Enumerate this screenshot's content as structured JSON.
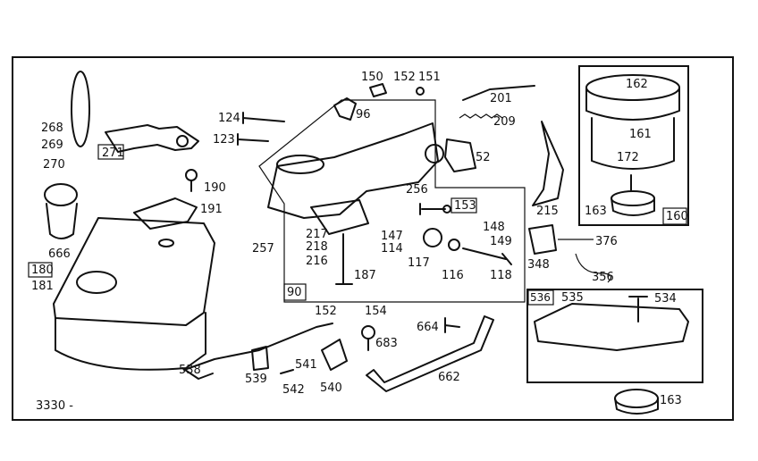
{
  "callouts": {
    "c150": "150",
    "c152a": "152",
    "c151": "151",
    "c96": "96",
    "c201": "201",
    "c209": "209",
    "c52": "52",
    "c124": "124",
    "c123": "123",
    "c268": "268",
    "c269": "269",
    "c270": "270",
    "c271": "271",
    "c190": "190",
    "c191": "191",
    "c666": "666",
    "c180": "180",
    "c181": "181",
    "c217": "217",
    "c218": "218",
    "c216": "216",
    "c257": "257",
    "c256": "256",
    "c153": "153",
    "c147": "147",
    "c114": "114",
    "c148": "148",
    "c149": "149",
    "c117": "117",
    "c116": "116",
    "c118": "118",
    "c187": "187",
    "c90": "90",
    "c215": "215",
    "c348": "348",
    "c376": "376",
    "c356": "356",
    "c162": "162",
    "c161": "161",
    "c172": "172",
    "c163a": "163",
    "c160": "160",
    "c536": "536",
    "c535": "535",
    "c534": "534",
    "c163b": "163",
    "c152b": "152",
    "c154": "154",
    "c683": "683",
    "c664": "664",
    "c541": "541",
    "c542": "542",
    "c540": "540",
    "c539": "539",
    "c538": "538",
    "c662": "662"
  },
  "figure_code": "3330 -"
}
